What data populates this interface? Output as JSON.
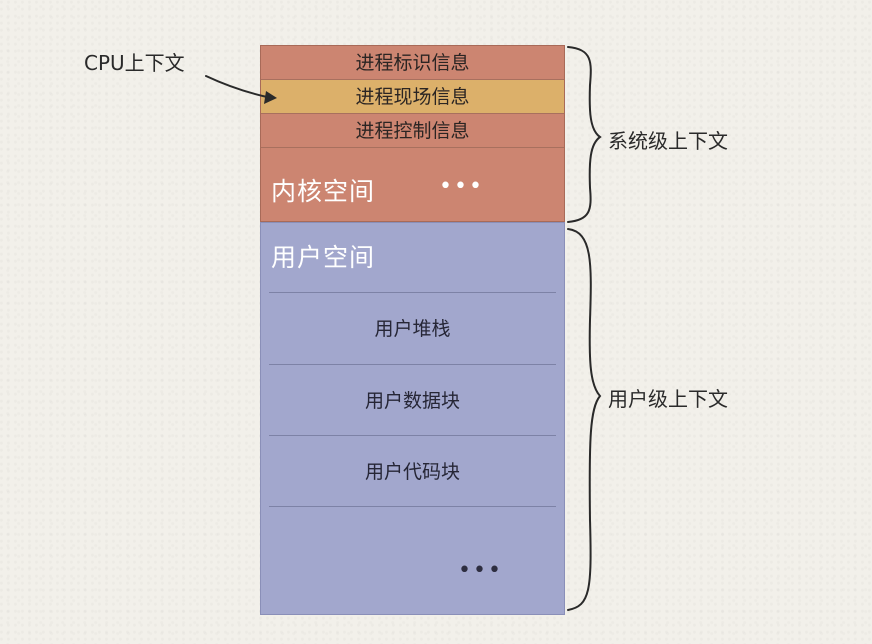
{
  "kernel_block": {
    "rows": [
      "进程标识信息",
      "进程现场信息",
      "进程控制信息"
    ],
    "label": "内核空间",
    "ellipsis": "•••"
  },
  "user_block": {
    "label": "用户空间",
    "rows": [
      "用户堆栈",
      "用户数据块",
      "用户代码块"
    ],
    "ellipsis": "•••"
  },
  "annotations": {
    "cpu_context": "CPU上下文",
    "system_context": "系统级上下文",
    "user_context": "用户级上下文"
  },
  "colors": {
    "kernel": "#cc8571",
    "cpu_row": "#dcb06a",
    "user": "#a2a7cd",
    "background": "#f2f0ea"
  }
}
